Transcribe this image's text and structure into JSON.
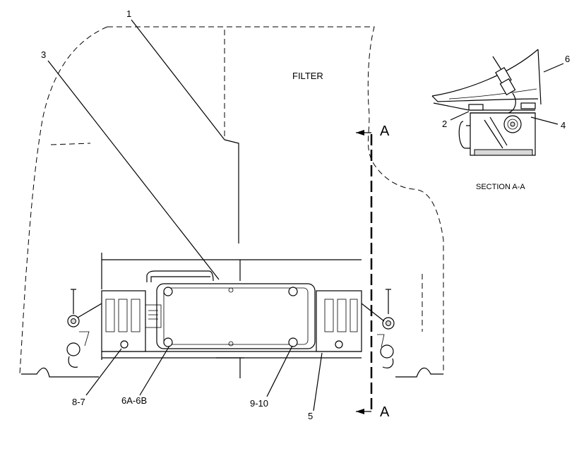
{
  "labels": {
    "filter": "FILTER",
    "section": "SECTION A-A",
    "section_a_top": "A",
    "section_a_bottom": "A",
    "callouts": [
      "1",
      "3",
      "6",
      "2",
      "4",
      "8-7",
      "6A-6B",
      "9-10",
      "5"
    ]
  }
}
